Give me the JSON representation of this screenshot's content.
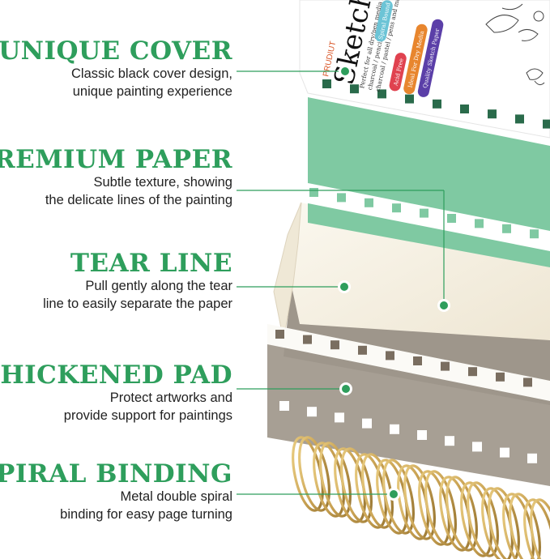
{
  "features": [
    {
      "title": "UNIQUE COVER",
      "lines": [
        "Classic black cover design,",
        "unique painting experience"
      ]
    },
    {
      "title": "PREMIUM PAPER",
      "lines": [
        "Subtle texture, showing",
        "the delicate lines of the painting"
      ]
    },
    {
      "title": "TEAR LINE",
      "lines": [
        "Pull gently along the tear",
        "line to easily separate the paper"
      ]
    },
    {
      "title": "THICKENED PAD",
      "lines": [
        "Protect artworks and",
        "provide support for paintings"
      ]
    },
    {
      "title": "SPIRAL BINDING",
      "lines": [
        "Metal double spiral",
        "binding for easy page turning"
      ]
    }
  ],
  "cover": {
    "brand": "PRUDIUT",
    "title": "Sketch",
    "subtitle_lines": [
      "Perfect for all dry/pen media / pencil",
      "charcoal / pencil / crayon",
      "charcoal / pastel / pens and markers"
    ],
    "badges": [
      "Acid Free",
      "Spiral Bound",
      "Ideal For Dry Media",
      "Quality Sketch Paper"
    ]
  },
  "colors": {
    "accent": "#2e9e5c",
    "mint_paper": "#7fc9a2",
    "cream_paper": "#f6f1e4",
    "kraft": "#a8a095",
    "gold": "#c9a253"
  }
}
